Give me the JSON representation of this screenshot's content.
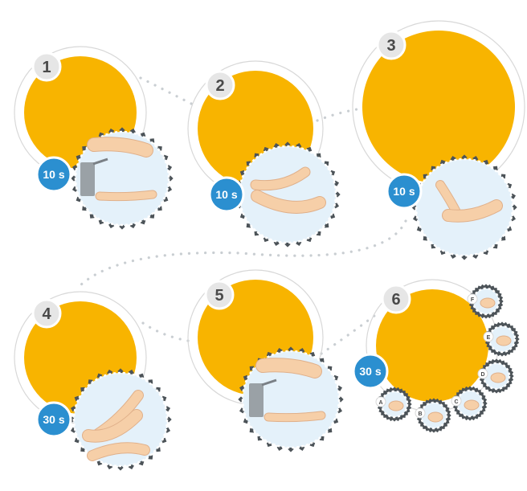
{
  "colors": {
    "sun": "#F8B400",
    "ring": "#D8D8D8",
    "badge_grey": "#E6E6E6",
    "badge_text": "#4A4A4A",
    "time_badge": "#2B8FD0",
    "time_text": "#FFFFFF",
    "panel_fill": "#E4F1FA",
    "gear": "#4C5358",
    "skin": "#F6CFA8",
    "skin_shadow": "#E0B08A",
    "dispenser": "#9AA1A6",
    "dots": "#C9CED2"
  },
  "steps": [
    {
      "number": "1",
      "time": "10 s",
      "scene": "dispenser"
    },
    {
      "number": "2",
      "time": "10 s",
      "scene": "rub"
    },
    {
      "number": "3",
      "time": "10 s",
      "scene": "wrist"
    },
    {
      "number": "4",
      "time": "30 s",
      "scene": "arm"
    },
    {
      "number": "5",
      "time": "",
      "scene": "dispenser"
    },
    {
      "number": "6",
      "time": "30 s",
      "scene": "substeps"
    }
  ],
  "substeps": [
    {
      "label": "A"
    },
    {
      "label": "B"
    },
    {
      "label": "C"
    },
    {
      "label": "D"
    },
    {
      "label": "E"
    },
    {
      "label": "F"
    }
  ]
}
